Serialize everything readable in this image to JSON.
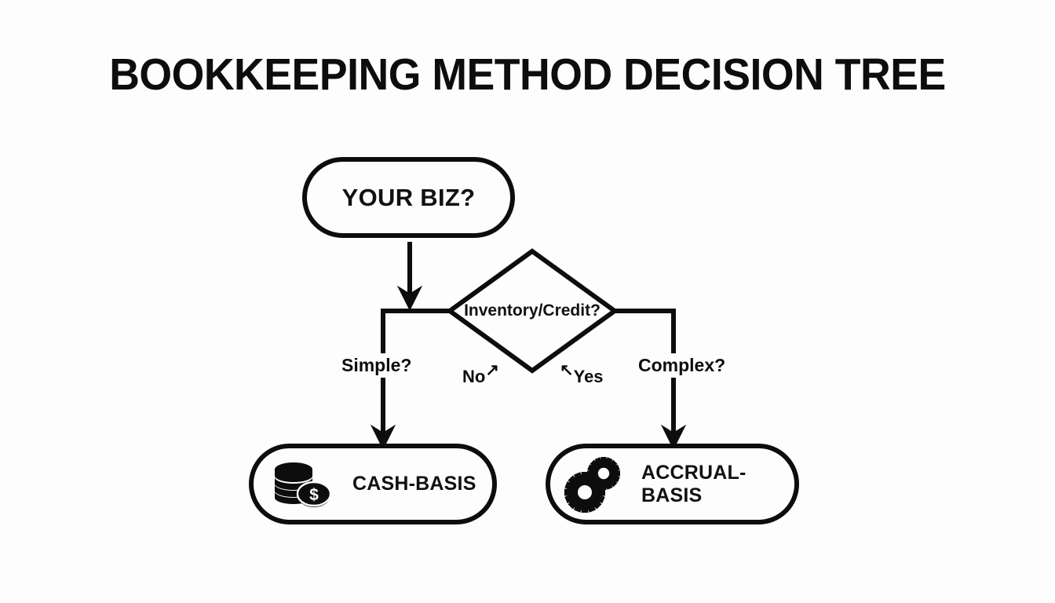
{
  "page": {
    "title": "BOOKKEEPING METHOD DECISION TREE",
    "background_color": "#fdfdfd",
    "ink_color": "#0d0d0d"
  },
  "nodes": {
    "start": {
      "label": "YOUR BIZ?",
      "shape": "rounded-rectangle"
    },
    "decision": {
      "label": "Inventory/Credit?",
      "shape": "diamond"
    },
    "cash": {
      "label": "CASH-BASIS",
      "icon": "coin-stack-icon",
      "shape": "rounded-rectangle"
    },
    "accrual": {
      "label": "ACCRUAL-BASIS",
      "icon": "gears-icon",
      "shape": "rounded-rectangle"
    }
  },
  "edges": {
    "left_branch": "Simple?",
    "right_branch": "Complex?",
    "no_branch": "No",
    "no_arrow": "↗",
    "yes_branch": "Yes",
    "yes_arrow": "↖"
  }
}
